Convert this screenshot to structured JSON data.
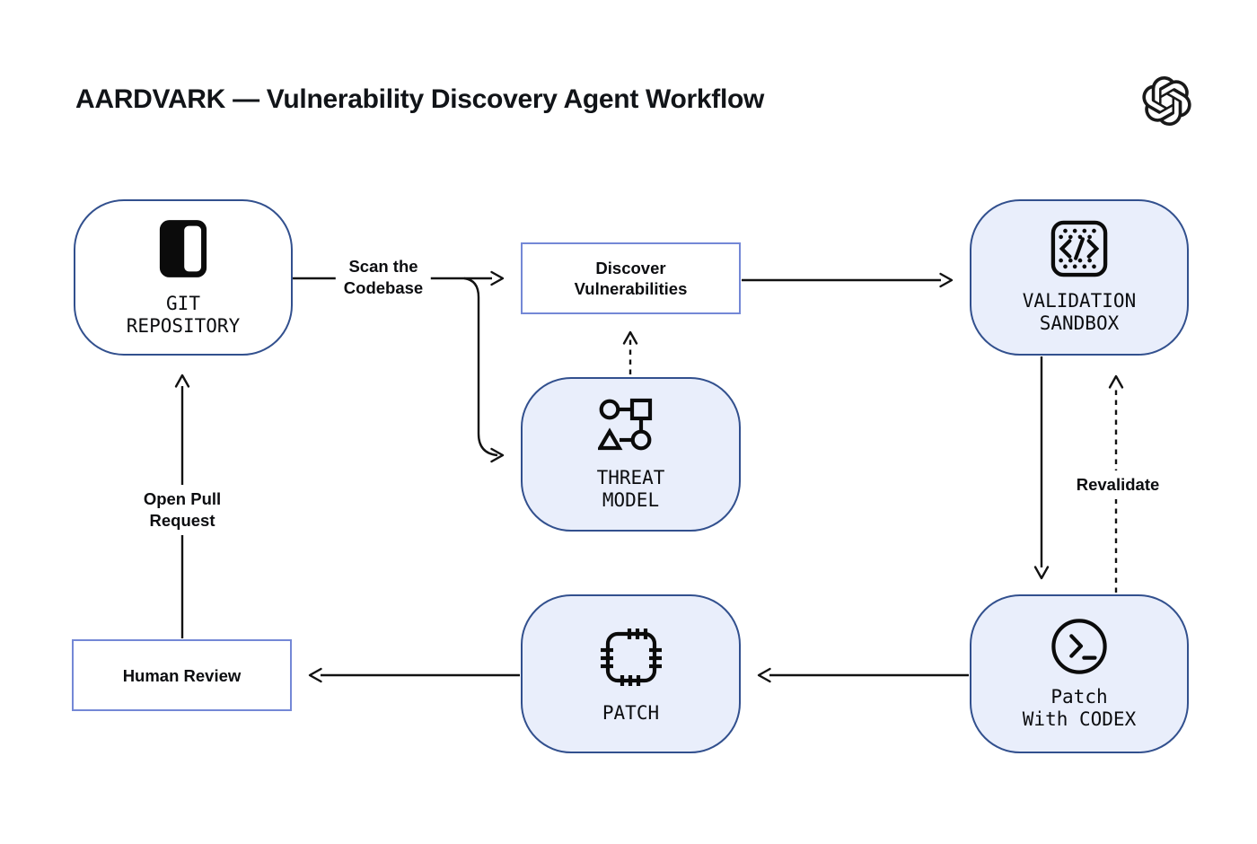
{
  "header": {
    "title": "AARDVARK — Vulnerability Discovery Agent Workflow"
  },
  "nodes": {
    "git_repository": {
      "label": "GIT\nREPOSITORY",
      "icon": "repository-icon"
    },
    "discover_vulnerabilities": {
      "label": "Discover\nVulnerabilities"
    },
    "threat_model": {
      "label": "THREAT\nMODEL",
      "icon": "threat-model-graph-icon"
    },
    "validation_sandbox": {
      "label": "VALIDATION\nSANDBOX",
      "icon": "code-sandbox-icon"
    },
    "patch_with_codex": {
      "label": "Patch\nWith CODEX",
      "icon": "terminal-prompt-icon"
    },
    "patch": {
      "label": "PATCH",
      "icon": "patch-chip-icon"
    },
    "human_review": {
      "label": "Human Review"
    }
  },
  "edge_labels": {
    "scan_the_codebase": "Scan the\nCodebase",
    "revalidate": "Revalidate",
    "open_pull_request": "Open Pull\nRequest"
  },
  "colors": {
    "background": "#FFFFFF",
    "node_border_dark": "#32508E",
    "node_border_light": "#7488D6",
    "node_fill_tinted": "#E9EEFB",
    "node_fill_plain": "#FFFFFF",
    "connector": "#121212",
    "text": "#111418"
  }
}
